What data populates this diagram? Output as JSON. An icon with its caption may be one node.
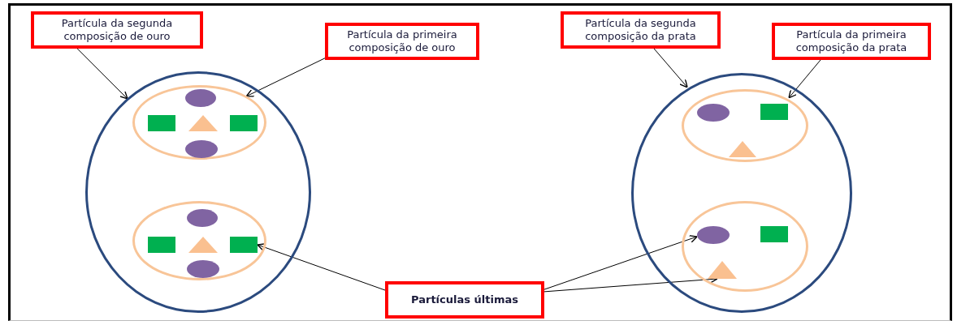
{
  "diagram": {
    "nodes": [
      {
        "text": [
          "Partícula  da segunda composição de ouro"
        ]
      },
      {
        "text": [
          "Partícula da primeira composição de ouro"
        ]
      },
      {
        "text": [
          "Partícula  da segunda composição da prata"
        ]
      },
      {
        "text": [
          "Partícula da primeira composição da prata"
        ]
      },
      {
        "text": [
          "Partículas últimas"
        ]
      },
      {
        "text": [],
        "shape": "ellipse"
      },
      {
        "text": [],
        "shape": "ellipse",
        "in": 5
      },
      {
        "text": [],
        "shape": "ellipse",
        "in": 6
      },
      {
        "text": [],
        "shape": "box",
        "in": 6
      },
      {
        "text": [],
        "shape": "triangle",
        "in": 6
      },
      {
        "text": [],
        "shape": "box",
        "in": 6
      },
      {
        "text": [],
        "shape": "ellipse",
        "in": 6
      },
      {
        "text": [],
        "shape": "ellipse",
        "in": 5
      },
      {
        "text": [],
        "shape": "ellipse",
        "in": 12
      },
      {
        "text": [],
        "shape": "box",
        "in": 12
      },
      {
        "text": [],
        "shape": "triangle",
        "in": 12
      },
      {
        "text": [],
        "shape": "box",
        "in": 12
      },
      {
        "text": [],
        "shape": "ellipse",
        "in": 12
      },
      {
        "text": [],
        "shape": "ellipse"
      },
      {
        "text": [],
        "shape": "ellipse",
        "in": 18
      },
      {
        "text": [],
        "shape": "ellipse",
        "in": 19
      },
      {
        "text": [],
        "shape": "box",
        "in": 19
      },
      {
        "text": [],
        "shape": "triangle",
        "in": 19
      },
      {
        "text": [],
        "shape": "ellipse",
        "in": 18
      },
      {
        "text": [],
        "shape": "ellipse",
        "in": 23
      },
      {
        "text": [],
        "shape": "box",
        "in": 23
      },
      {
        "text": [],
        "shape": "triangle",
        "in": 23
      }
    ],
    "edges": [
      {
        "from": 0,
        "to": 5,
        "arrow": "to"
      },
      {
        "from": 1,
        "to": 6,
        "arrow": "to"
      },
      {
        "from": 2,
        "to": 18,
        "arrow": "to"
      },
      {
        "from": 3,
        "to": 19,
        "arrow": "to"
      },
      {
        "from": 4,
        "to": 16,
        "arrow": "to"
      },
      {
        "from": 4,
        "to": 24,
        "arrow": "to"
      },
      {
        "from": 4,
        "to": 26,
        "arrow": "to"
      }
    ]
  }
}
